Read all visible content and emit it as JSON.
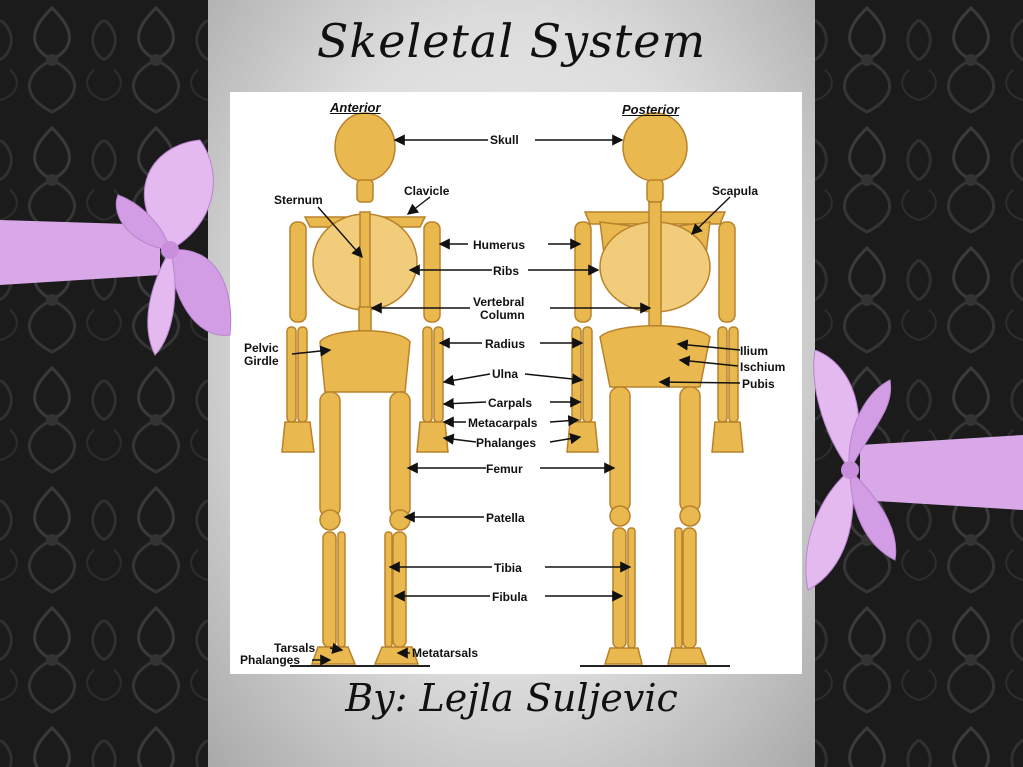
{
  "slide": {
    "title": "Skeletal System",
    "author": "By: Lejla Suljevic"
  },
  "diagram": {
    "views": {
      "anterior": "Anterior",
      "posterior": "Posterior"
    },
    "labels": {
      "skull": "Skull",
      "sternum": "Sternum",
      "clavicle": "Clavicle",
      "scapula": "Scapula",
      "humerus": "Humerus",
      "ribs": "Ribs",
      "vertebral_1": "Vertebral",
      "vertebral_2": "Column",
      "pelvic_1": "Pelvic",
      "pelvic_2": "Girdle",
      "radius": "Radius",
      "ilium": "Ilium",
      "ischium": "Ischium",
      "pubis": "Pubis",
      "ulna": "Ulna",
      "carpals": "Carpals",
      "metacarpals": "Metacarpals",
      "phalanges_hand": "Phalanges",
      "femur": "Femur",
      "patella": "Patella",
      "tibia": "Tibia",
      "fibula": "Fibula",
      "tarsals": "Tarsals",
      "phalanges_foot": "Phalanges",
      "metatarsals": "Metatarsals"
    },
    "colors": {
      "bone": "#e9b84f",
      "bone_shade": "#c98a28",
      "ribbon": "#d9a8e8"
    }
  }
}
